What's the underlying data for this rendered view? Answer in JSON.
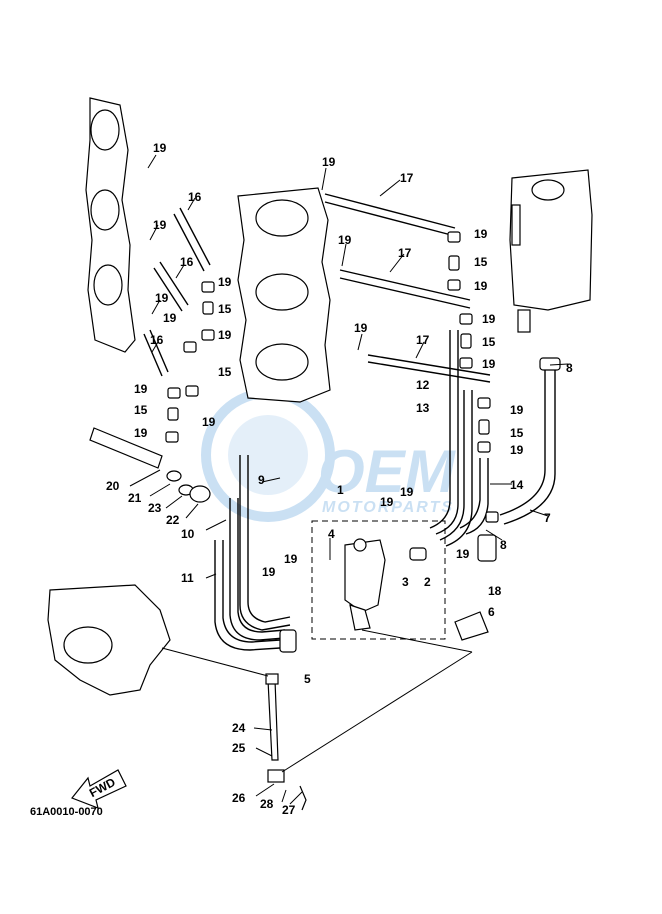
{
  "diagram_code": "61A0010-0070",
  "fwd_label": "FWD",
  "watermark": {
    "brand": "OEM",
    "sub": "MOTORPARTS",
    "color": "#9fc7ea"
  },
  "callouts": {
    "c1": "1",
    "c2": "2",
    "c3": "3",
    "c4": "4",
    "c5": "5",
    "c6": "6",
    "c7": "7",
    "c8a": "8",
    "c8b": "8",
    "c9": "9",
    "c10": "10",
    "c11": "11",
    "c12": "12",
    "c13": "13",
    "c14": "14",
    "c15a": "15",
    "c15b": "15",
    "c15c": "15",
    "c15d": "15",
    "c15e": "15",
    "c15f": "15",
    "c16a": "16",
    "c16b": "16",
    "c16c": "16",
    "c17a": "17",
    "c17b": "17",
    "c17c": "17",
    "c18": "18",
    "c19a": "19",
    "c19b": "19",
    "c19c": "19",
    "c19d": "19",
    "c19e": "19",
    "c19f": "19",
    "c19g": "19",
    "c19h": "19",
    "c19i": "19",
    "c19j": "19",
    "c19k": "19",
    "c19l": "19",
    "c19m": "19",
    "c19n": "19",
    "c19o": "19",
    "c19p": "19",
    "c19q": "19",
    "c19r": "19",
    "c19s": "19",
    "c19t": "19",
    "c19u": "19",
    "c19v": "19",
    "c19w": "19",
    "c20": "20",
    "c21": "21",
    "c22": "22",
    "c23": "23",
    "c24": "24",
    "c25": "25",
    "c26": "26",
    "c27": "27",
    "c28": "28"
  }
}
